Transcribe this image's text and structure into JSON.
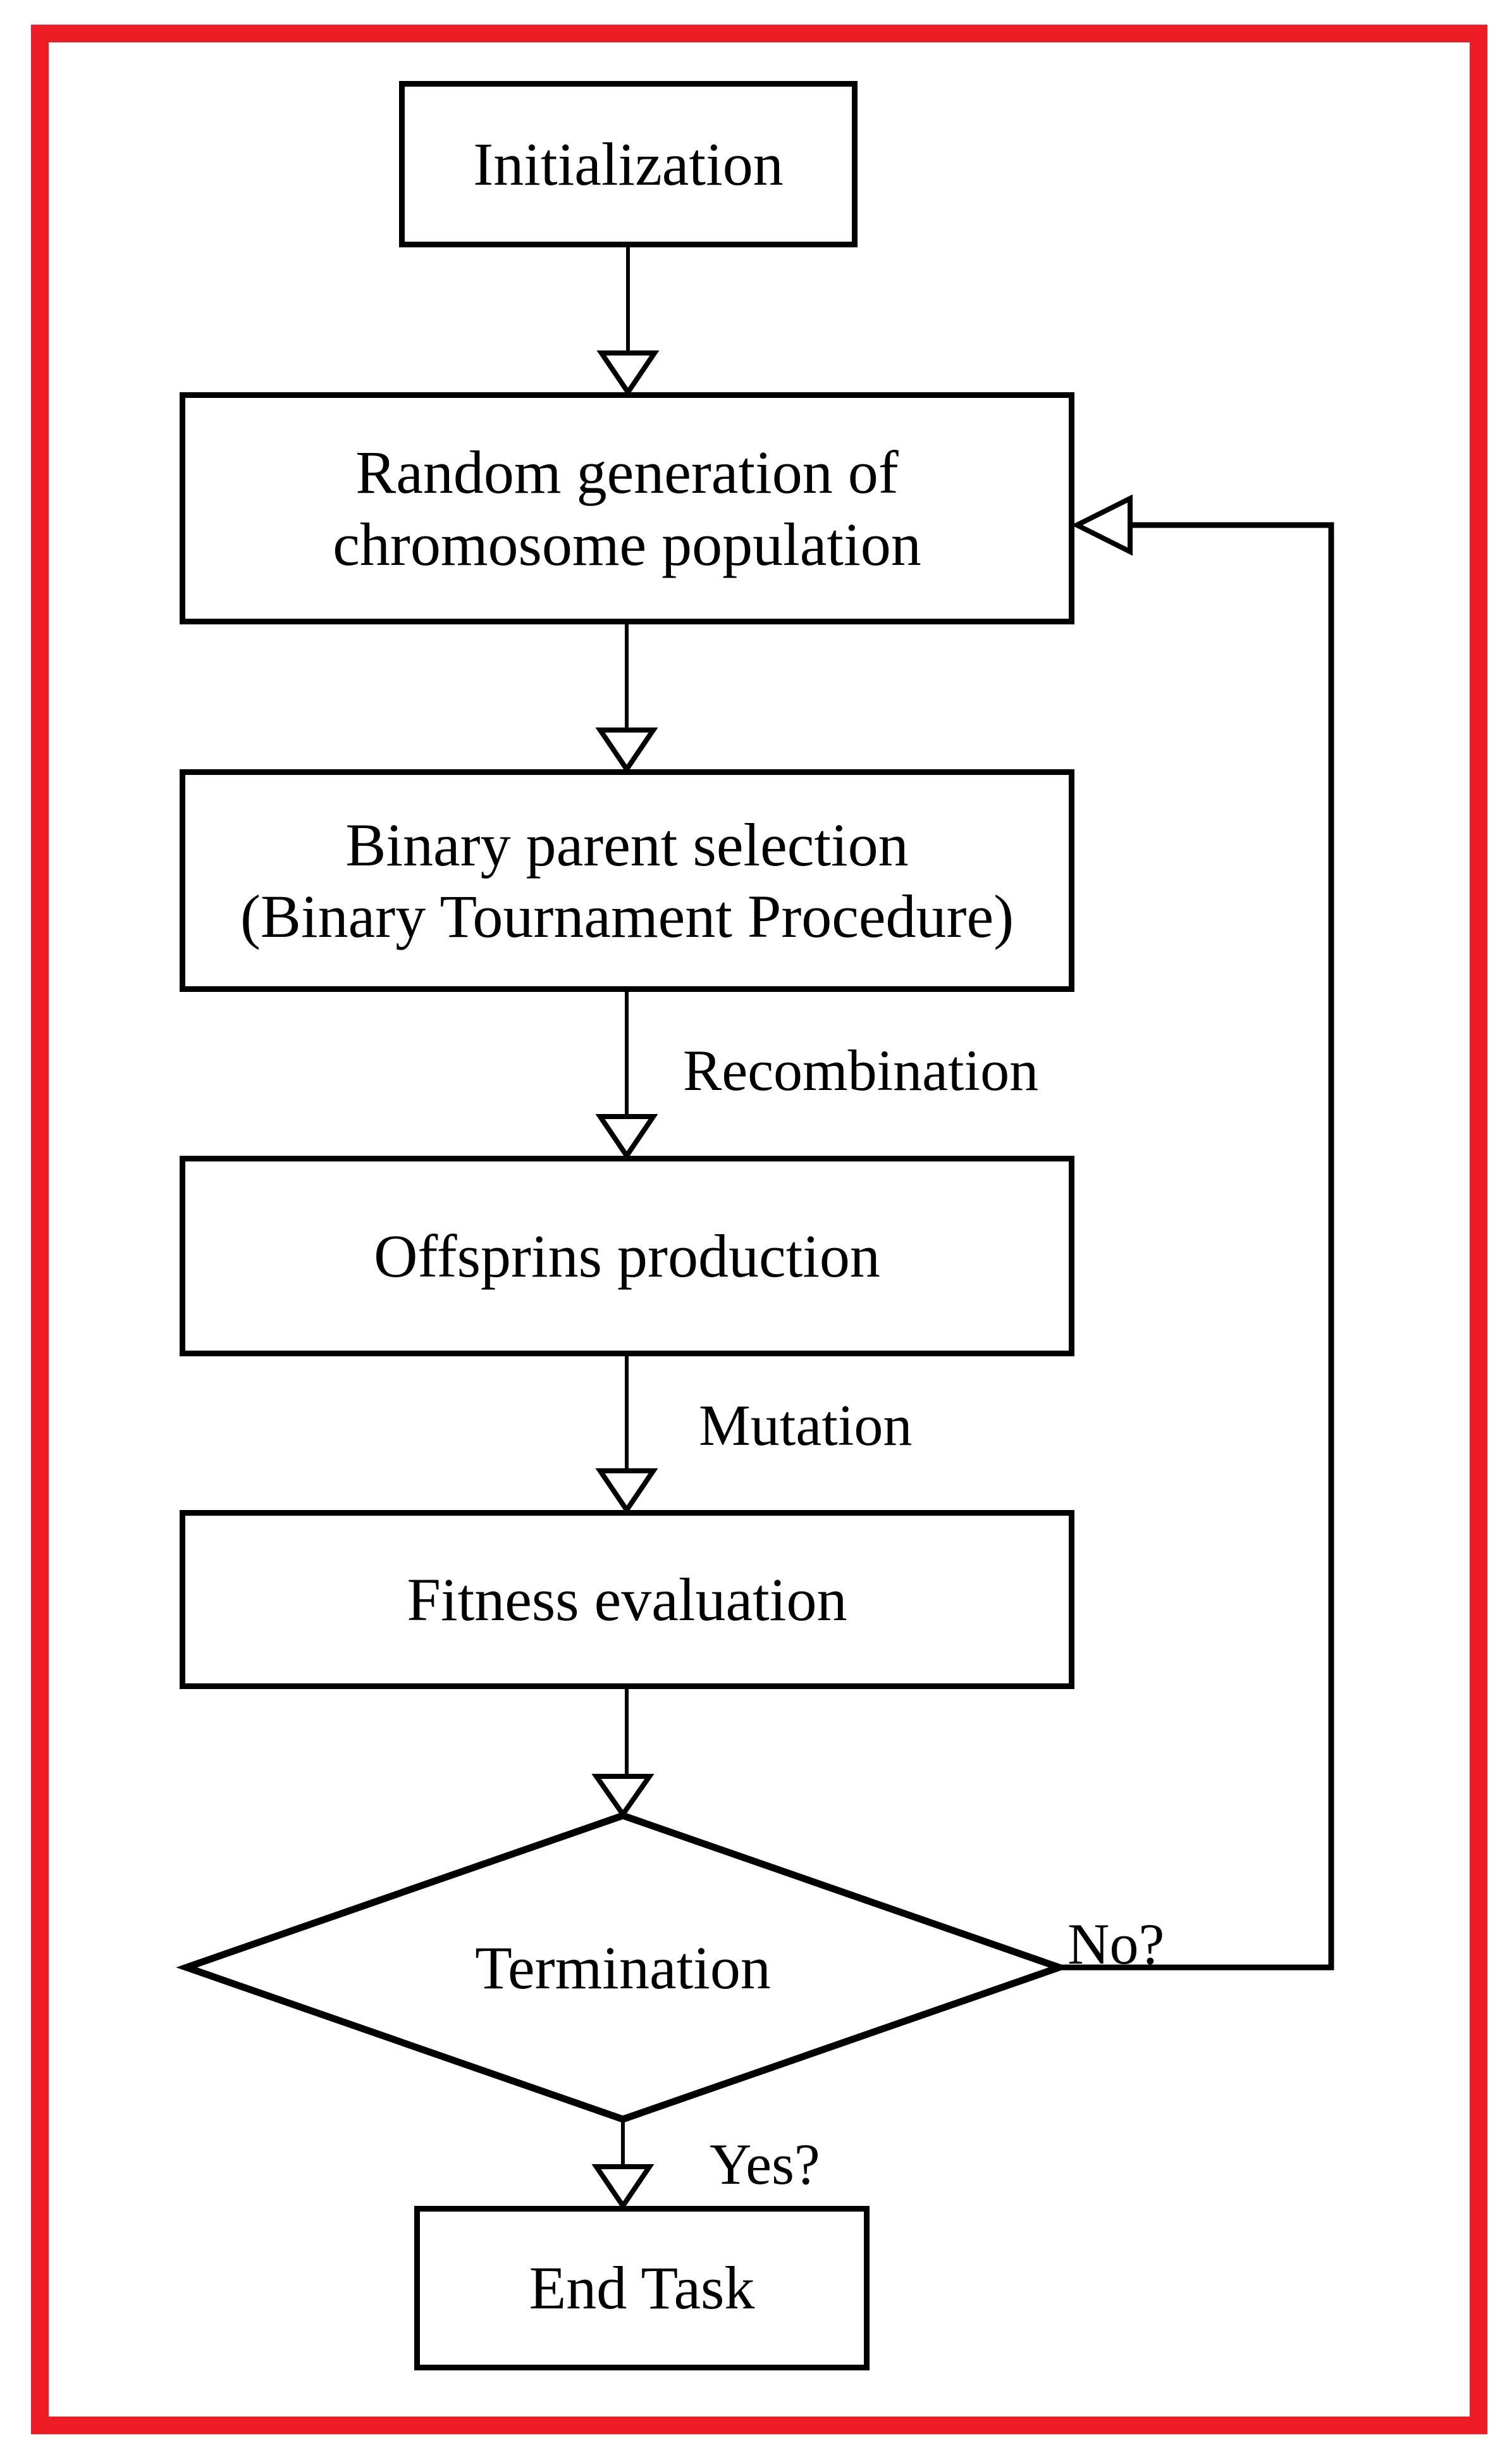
{
  "diagram": {
    "kind": "flowchart",
    "description": "Genetic algorithm flowchart",
    "colors": {
      "frame_red": "#ee1c25",
      "line_black": "#000000",
      "background": "#ffffff"
    }
  },
  "nodes": {
    "initialization": {
      "shape": "process",
      "label": "Initialization"
    },
    "random_generation": {
      "shape": "process",
      "label": "Random generation of chromosome population",
      "line1": "Random generation of",
      "line2": "chromosome population"
    },
    "binary_parent_selection": {
      "shape": "process",
      "label": "Binary parent selection (Binary Tournament Procedure)",
      "line1": "Binary parent selection",
      "line2": "(Binary Tournament Procedure)"
    },
    "offsprins_production": {
      "shape": "process",
      "label": "Offsprins production"
    },
    "fitness_evaluation": {
      "shape": "process",
      "label": "Fitness evaluation"
    },
    "termination": {
      "shape": "decision",
      "label": "Termination"
    },
    "end_task": {
      "shape": "process",
      "label": "End Task"
    }
  },
  "edge_labels": {
    "recombination": "Recombination",
    "mutation": "Mutation",
    "no": "No?",
    "yes": "Yes?"
  }
}
